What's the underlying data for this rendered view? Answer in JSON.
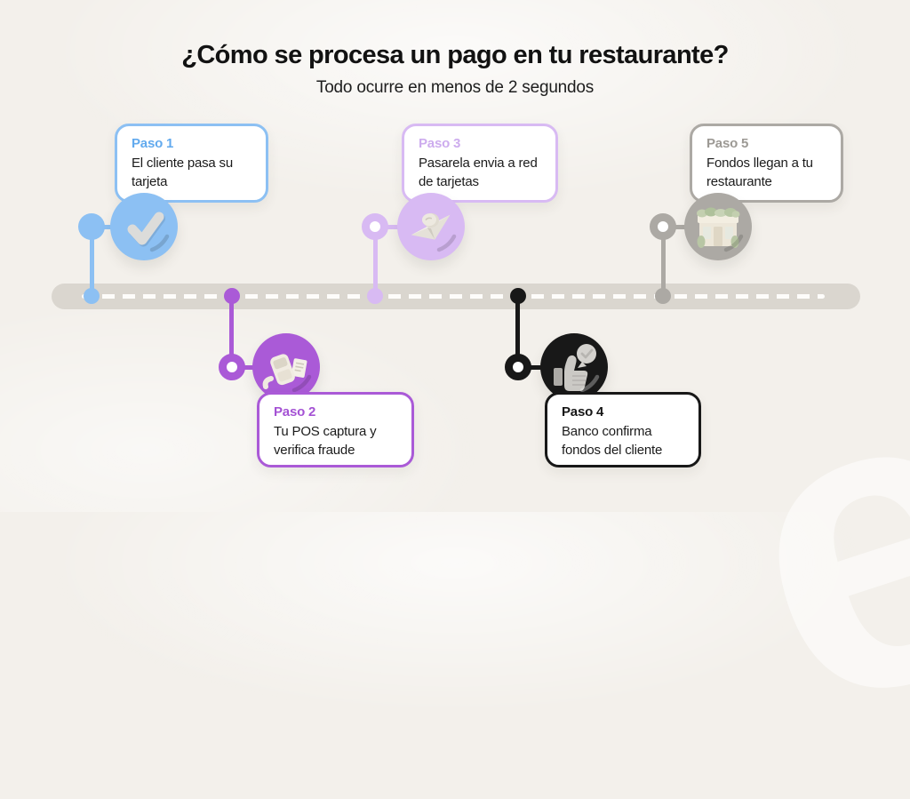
{
  "infographic": {
    "title": "¿Cómo se procesa un pago en tu restaurante?",
    "subtitle": "Todo ocurre en menos de 2 segundos",
    "watermark_letter": "e",
    "colors": {
      "background": "#F3F0EB",
      "road": "#DAD6CF",
      "road_dash": "#FDFCFA",
      "card_background": "#FFFFFF",
      "body_text": "#1B1B1B"
    }
  },
  "steps": [
    {
      "label": "Paso 1",
      "text": "El cliente pasa su tarjeta",
      "icon": "check-icon",
      "color": "#8CC0F3",
      "label_color": "#62AAEE"
    },
    {
      "label": "Paso 2",
      "text": "Tu POS captura y verifica fraude",
      "icon": "pos-terminal-icon",
      "color": "#AA5AD7",
      "label_color": "#A452D4"
    },
    {
      "label": "Paso 3",
      "text": "Pasarela envia a red de tarjetas",
      "icon": "paper-plane-icon",
      "color": "#D8BAF3",
      "label_color": "#CDACEE"
    },
    {
      "label": "Paso 4",
      "text": "Banco confirma fondos del cliente",
      "icon": "thumbs-up-icon",
      "color": "#181818",
      "label_color": "#161616"
    },
    {
      "label": "Paso 5",
      "text": "Fondos llegan a tu restaurante",
      "icon": "storefront-icon",
      "color": "#ACA9A4",
      "label_color": "#9C9994"
    }
  ]
}
